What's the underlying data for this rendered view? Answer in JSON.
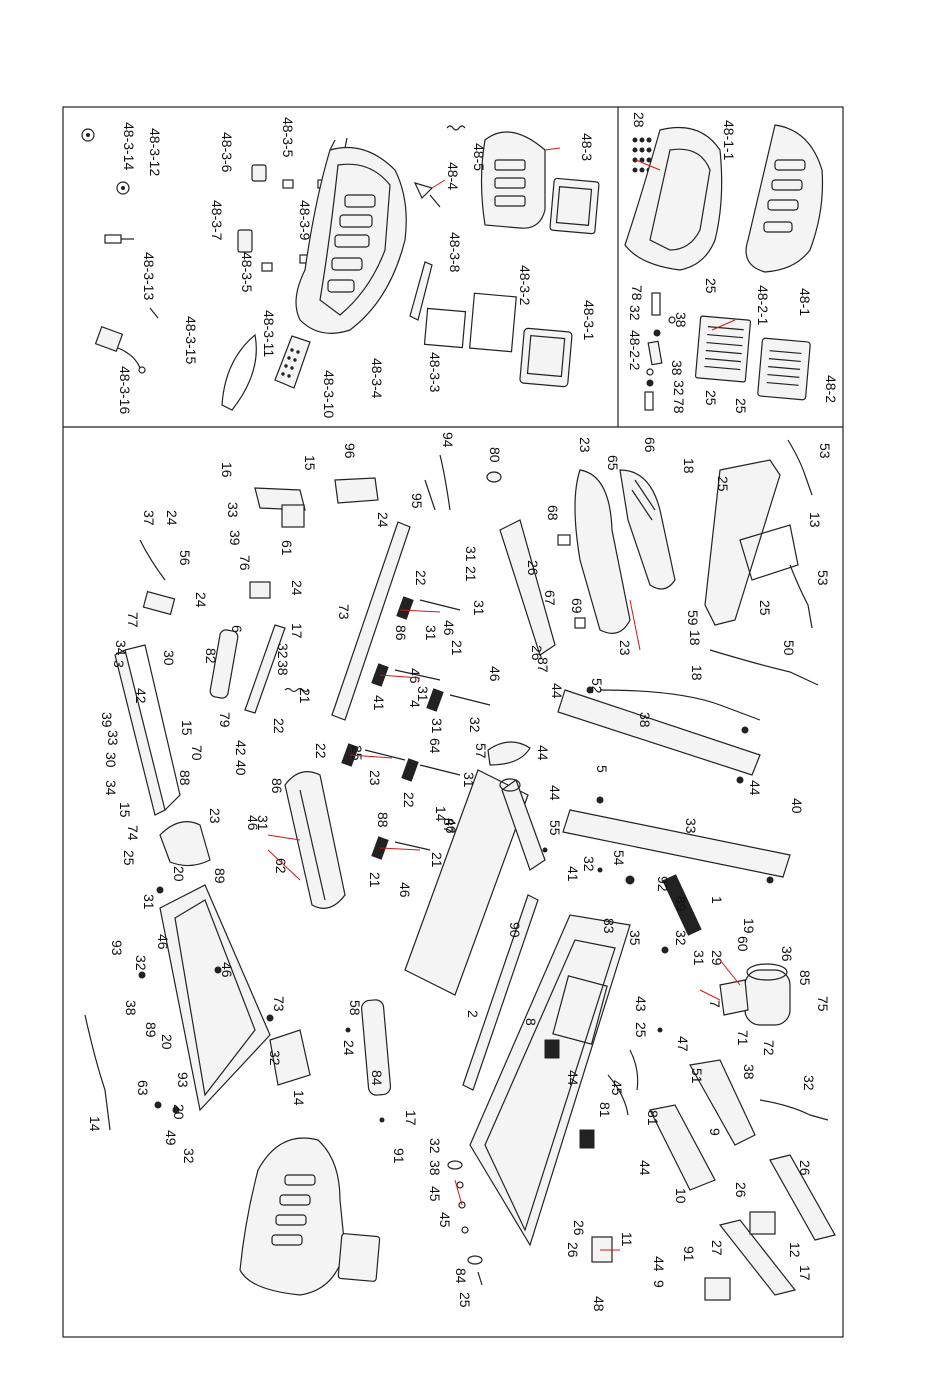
{
  "labels": {
    "consoleA": [
      "48-3-14",
      "48-3-12",
      "48-3-6",
      "48-3-5",
      "48-3-9",
      "48-4",
      "48-5",
      "48-3",
      "48-3-7",
      "48-3-5",
      "48-3-8",
      "48-3-13",
      "48-3-2",
      "48-3-11",
      "48-3-4",
      "48-3-1",
      "48-3-15",
      "48-3-10",
      "48-3-3",
      "48-3-16"
    ],
    "consoleB": [
      "28",
      "48-1-1",
      "48-1",
      "78",
      "25",
      "48-2-1",
      "32",
      "38",
      "48-2-2",
      "38",
      "32",
      "78",
      "25",
      "25",
      "48-2"
    ],
    "main": [
      "16",
      "15",
      "96",
      "94",
      "80",
      "23",
      "66",
      "53",
      "33",
      "39",
      "24",
      "95",
      "68",
      "65",
      "18",
      "25",
      "61",
      "37",
      "24",
      "56",
      "31",
      "21",
      "26",
      "13",
      "76",
      "24",
      "22",
      "69",
      "67",
      "53",
      "77",
      "24",
      "73",
      "86",
      "31",
      "46",
      "31",
      "21",
      "23",
      "25",
      "26",
      "6",
      "17",
      "32",
      "38",
      "34",
      "30",
      "82",
      "3",
      "42",
      "46",
      "87",
      "41",
      "44",
      "52",
      "50",
      "18",
      "18",
      "59",
      "79",
      "22",
      "21",
      "31",
      "46",
      "4",
      "32",
      "38",
      "42",
      "40",
      "15",
      "33",
      "39",
      "30",
      "34",
      "70",
      "88",
      "22",
      "25",
      "23",
      "86",
      "46",
      "31",
      "64",
      "57",
      "44",
      "44",
      "5",
      "44",
      "33",
      "40",
      "15",
      "74",
      "25",
      "23",
      "62",
      "31",
      "88",
      "87",
      "21",
      "22",
      "21",
      "46",
      "31",
      "14",
      "46",
      "41",
      "32",
      "54",
      "55",
      "92",
      "89",
      "1",
      "31",
      "46",
      "89",
      "20",
      "93",
      "32",
      "38",
      "89",
      "20",
      "46",
      "63",
      "73",
      "2",
      "90",
      "8",
      "83",
      "35",
      "32",
      "19",
      "60",
      "36",
      "85",
      "29",
      "31",
      "75",
      "32",
      "14",
      "58",
      "24",
      "84",
      "43",
      "44",
      "7",
      "47",
      "71",
      "72",
      "25",
      "45",
      "81",
      "51",
      "38",
      "32",
      "93",
      "20",
      "49",
      "32",
      "14",
      "17",
      "91",
      "32",
      "38",
      "45",
      "45",
      "81",
      "9",
      "44",
      "10",
      "26",
      "26",
      "12",
      "26",
      "26",
      "11",
      "44",
      "9",
      "27",
      "91",
      "17",
      "48",
      "84",
      "25"
    ]
  }
}
